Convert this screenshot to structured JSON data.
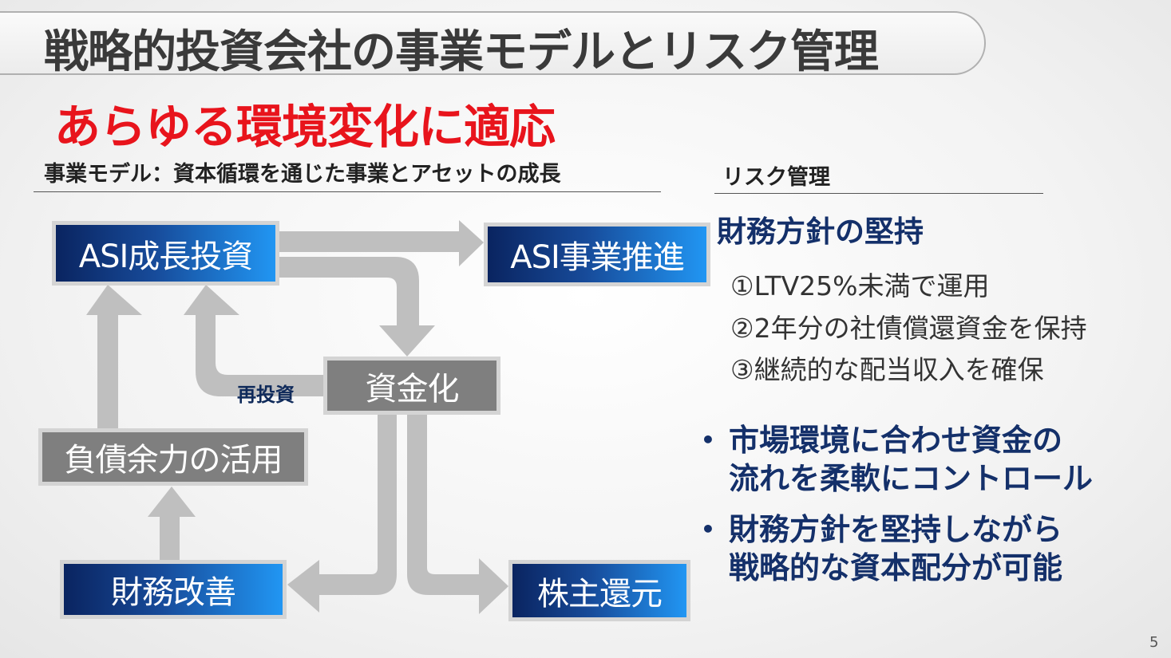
{
  "title": "戦略的投資会社の事業モデルとリスク管理",
  "subtitle": "あらゆる環境変化に適応",
  "left_section": {
    "heading": "事業モデル：資本循環を通じた事業とアセットの成長",
    "boxes": {
      "growth_investment": "ASI成長投資",
      "business_promotion": "ASI事業推進",
      "monetization": "資金化",
      "debt_capacity": "負債余力の活用",
      "financial_improvement": "財務改善",
      "shareholder_return": "株主還元"
    },
    "reinvest_label": "再投資"
  },
  "right_section": {
    "heading": "リスク管理",
    "policy_title": "財務方針の堅持",
    "policy_items": [
      "①LTV25%未満で運用",
      "②2年分の社債償還資金を保持",
      "③継続的な配当収入を確保"
    ],
    "bullets": [
      [
        "市場環境に合わせ資金の",
        "流れを柔軟にコントロール"
      ],
      [
        "財務方針を堅持しながら",
        "戦略的な資本配分が可能"
      ]
    ]
  },
  "page_number": "5",
  "colors": {
    "accent_red": "#e8141c",
    "navy": "#14306a",
    "arrow": "#bfbfbf"
  }
}
